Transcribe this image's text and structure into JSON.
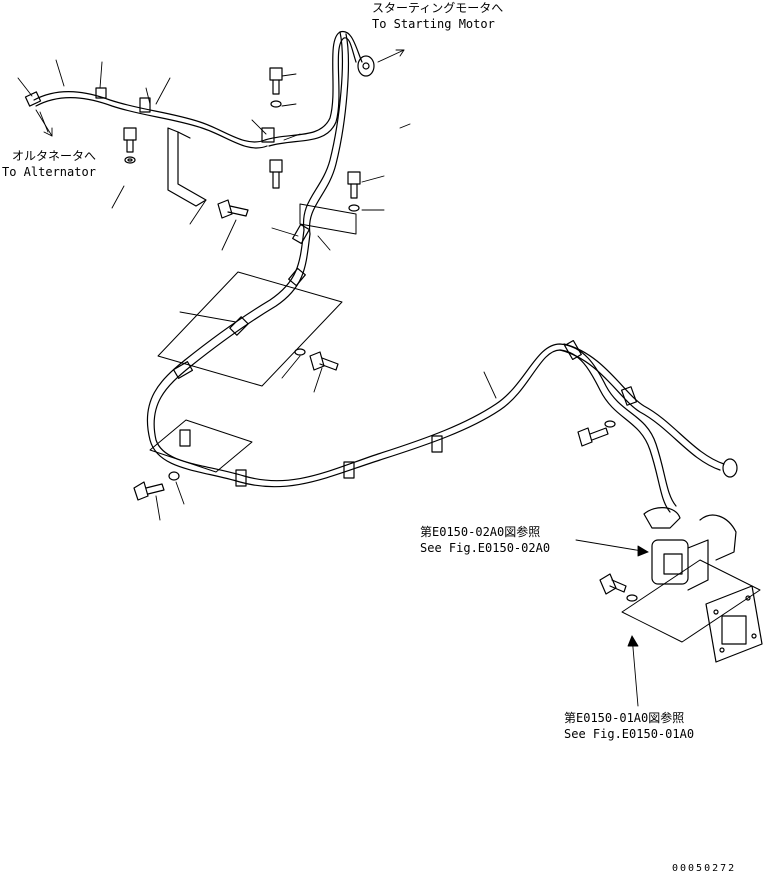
{
  "labels": {
    "starter_jp": "スターティングモータへ",
    "starter_en": "To Starting Motor",
    "alt_jp": "オルタネータへ",
    "alt_en": "To Alternator",
    "ref1_jp": "第E0150-02A0図参照",
    "ref1_en": "See Fig.E0150-02A0",
    "ref2_jp": "第E0150-01A0図参照",
    "ref2_en": "See Fig.E0150-01A0",
    "doc_no": "00050272"
  }
}
